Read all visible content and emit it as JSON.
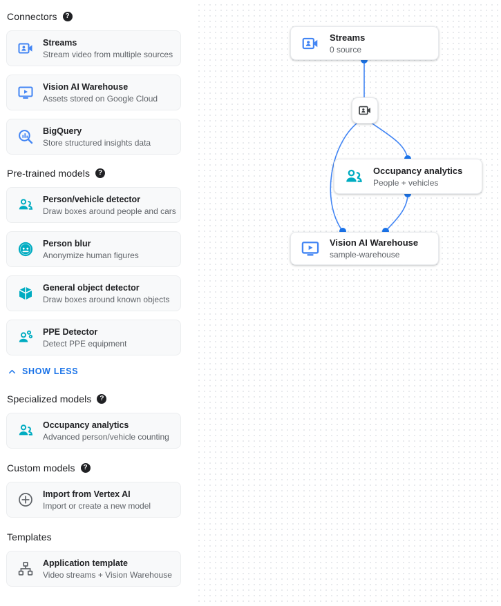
{
  "colors": {
    "connector_icon": "#4285f4",
    "model_icon": "#00acc1",
    "neutral_icon": "#5f6368",
    "link": "#1a73e8",
    "edge": "#4285f4",
    "card_bg": "#f8f9fa",
    "text_primary": "#202124",
    "text_secondary": "#5f6368"
  },
  "sidebar": {
    "sections": [
      {
        "title": "Connectors",
        "has_help": true,
        "help_glyph": "?",
        "items": [
          {
            "icon": "video-camera-icon",
            "title": "Streams",
            "subtitle": "Stream video from multiple sources"
          },
          {
            "icon": "monitor-play-icon",
            "title": "Vision AI Warehouse",
            "subtitle": "Assets stored on Google Cloud"
          },
          {
            "icon": "bigquery-icon",
            "title": "BigQuery",
            "subtitle": "Store structured insights data"
          }
        ]
      },
      {
        "title": "Pre-trained models",
        "has_help": true,
        "help_glyph": "?",
        "items": [
          {
            "icon": "people-icon",
            "title": "Person/vehicle detector",
            "subtitle": "Draw boxes around people and cars"
          },
          {
            "icon": "face-blur-icon",
            "title": "Person blur",
            "subtitle": "Anonymize human figures"
          },
          {
            "icon": "cube-icon",
            "title": "General object detector",
            "subtitle": "Draw boxes around known objects"
          },
          {
            "icon": "ppe-person-icon",
            "title": "PPE Detector",
            "subtitle": "Detect PPE equipment"
          }
        ],
        "show_less": {
          "label": "SHOW LESS",
          "icon": "chevron-up-icon"
        }
      },
      {
        "title": "Specialized models",
        "has_help": true,
        "help_glyph": "?",
        "items": [
          {
            "icon": "people-icon",
            "title": "Occupancy analytics",
            "subtitle": "Advanced person/vehicle counting"
          }
        ]
      },
      {
        "title": "Custom models",
        "has_help": true,
        "help_glyph": "?",
        "items": [
          {
            "icon": "plus-circle-icon",
            "title": "Import from Vertex AI",
            "subtitle": "Import or create a new model"
          }
        ]
      },
      {
        "title": "Templates",
        "has_help": false,
        "help_glyph": "",
        "items": [
          {
            "icon": "sitemap-icon",
            "title": "Application template",
            "subtitle": "Video streams + Vision Warehouse"
          }
        ]
      }
    ]
  },
  "canvas": {
    "nodes": [
      {
        "id": "streams",
        "icon": "video-camera-icon",
        "title": "Streams",
        "subtitle": "0 source"
      },
      {
        "id": "occupancy",
        "icon": "people-icon",
        "title": "Occupancy analytics",
        "subtitle": "People + vehicles"
      },
      {
        "id": "warehouse",
        "icon": "monitor-play-icon",
        "title": "Vision AI Warehouse",
        "subtitle": "sample-warehouse"
      }
    ],
    "chip": {
      "id": "stream-chip",
      "icon": "video-camera-icon"
    }
  }
}
